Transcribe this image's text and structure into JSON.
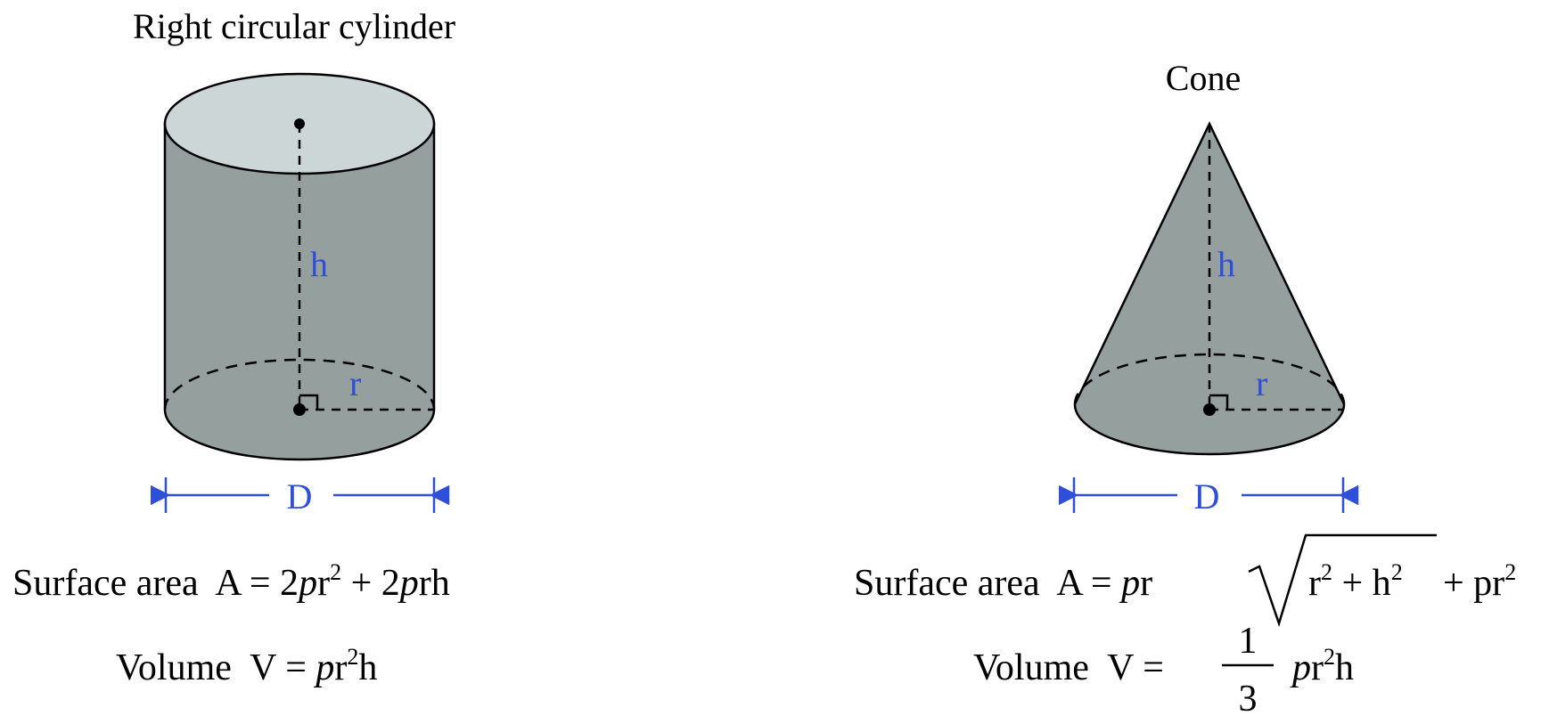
{
  "cylinder": {
    "title": "Right circular cylinder",
    "h_label": "h",
    "r_label": "r",
    "d_label": "D",
    "area_prefix": "Surface area  A = 2",
    "area_p1": "p",
    "area_r1": "r",
    "area_exp1": "2",
    "area_mid": " + 2",
    "area_p2": "p",
    "area_tail": "rh",
    "vol_prefix": "Volume  V = ",
    "vol_p": "p",
    "vol_r": "r",
    "vol_exp": "2",
    "vol_tail": "h"
  },
  "cone": {
    "title": "Cone",
    "h_label": "h",
    "r_label": "r",
    "d_label": "D",
    "area_prefix": "Surface area  A = ",
    "area_p1": "p",
    "area_r1": "r",
    "area_rad_r": "r",
    "area_rad_exp1": "2",
    "area_rad_plus": " + h",
    "area_rad_exp2": "2",
    "area_plus": "+ pr",
    "area_exp3": "2",
    "vol_prefix": "Volume  V = ",
    "frac_num": "1",
    "frac_den": "3",
    "vol_p": "p",
    "vol_r": "r",
    "vol_exp": "2",
    "vol_tail": "h"
  },
  "colors": {
    "side": "#959f9d",
    "top": "#ccd6d6",
    "accent": "#2f4fd8",
    "stroke": "#000000"
  }
}
